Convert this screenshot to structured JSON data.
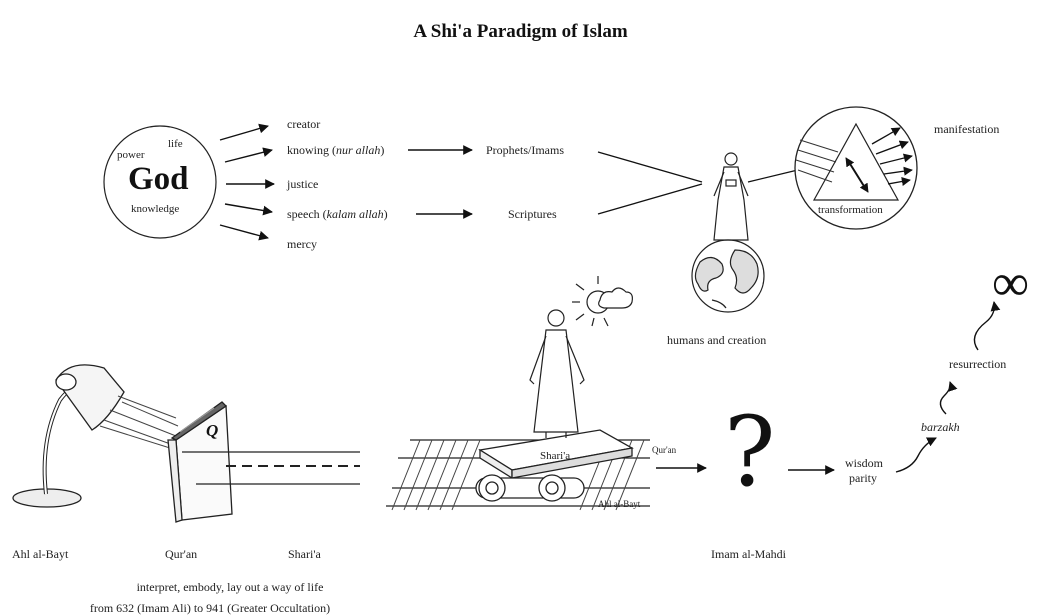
{
  "title": "A Shi'a Paradigm of Islam",
  "god": {
    "label": "God",
    "attributes": [
      "power",
      "life",
      "knowledge"
    ]
  },
  "qualities": [
    {
      "text": "creator",
      "note": ""
    },
    {
      "text": "knowing",
      "note": "nur allah"
    },
    {
      "text": "justice",
      "note": ""
    },
    {
      "text": "speech",
      "note": "kalam allah"
    },
    {
      "text": "mercy",
      "note": ""
    }
  ],
  "channels": {
    "prophets": "Prophets/Imams",
    "scriptures": "Scriptures"
  },
  "humans_label": "humans and creation",
  "prism": {
    "top": "manifestation",
    "bottom": "transformation"
  },
  "bottom_row": {
    "ahl": "Ahl al-Bayt",
    "quran": "Qur'an",
    "q_letter": "Q",
    "sharia": "Shari'a",
    "cart_label": "Shari'a",
    "track_top": "Qur'an",
    "track_bottom": "Ahl al-Bayt",
    "mahdi": "Imam al-Mahdi",
    "wisdom": "wisdom",
    "parity": "parity",
    "barzakh": "barzakh",
    "resurrection": "resurrection",
    "infinity": "∞",
    "question": "?"
  },
  "caption": {
    "line1": "interpret, embody, lay out a way of life",
    "line2": "from 632 (Imam Ali) to 941 (Greater Occultation)"
  }
}
